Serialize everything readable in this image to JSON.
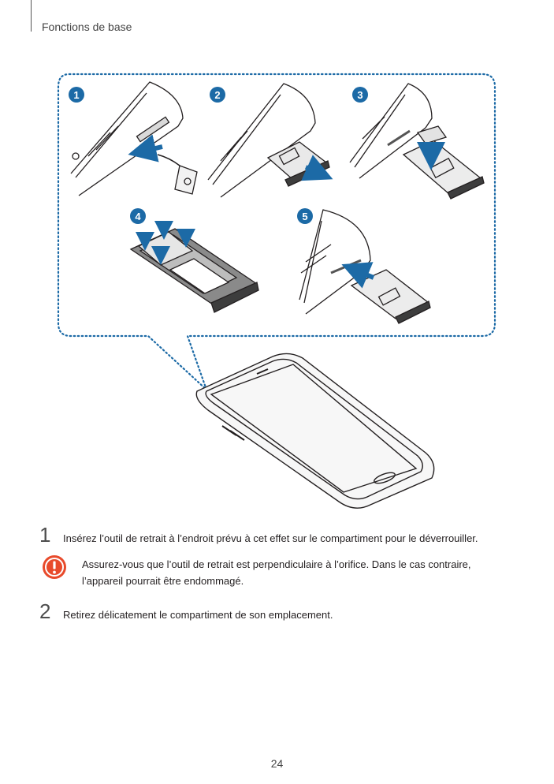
{
  "header": {
    "section_title": "Fonctions de base"
  },
  "illustration": {
    "callouts": [
      "1",
      "2",
      "3",
      "4",
      "5"
    ],
    "accent_color": "#1c6aa6"
  },
  "steps": [
    {
      "number": "1",
      "text": "Insérez l’outil de retrait à l’endroit prévu à cet effet sur le compartiment pour le déverrouiller."
    },
    {
      "number": "2",
      "text": "Retirez délicatement le compartiment de son emplacement."
    }
  ],
  "caution": {
    "icon": "caution-icon",
    "icon_color": "#e84a2b",
    "lines": [
      "Assurez-vous que l’outil de retrait est perpendiculaire à l’orifice. Dans le cas contraire,",
      "l’appareil pourrait être endommagé."
    ]
  },
  "footer": {
    "page_number": "24"
  }
}
